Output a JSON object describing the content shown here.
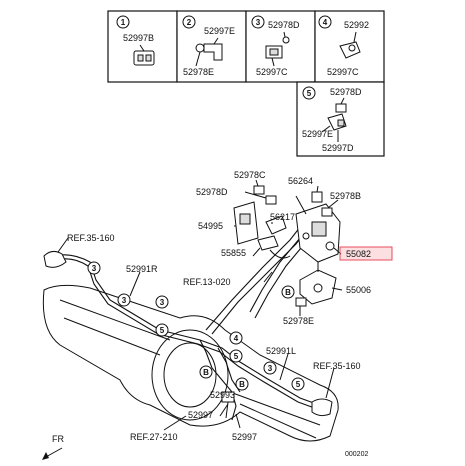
{
  "inset_boxes": [
    {
      "num": "1",
      "parts": [
        "52997B"
      ]
    },
    {
      "num": "2",
      "parts": [
        "52997E",
        "52978E"
      ]
    },
    {
      "num": "3",
      "parts": [
        "52978D",
        "52997C"
      ]
    },
    {
      "num": "4",
      "parts": [
        "52992",
        "52997C"
      ]
    },
    {
      "num": "5",
      "parts": [
        "52978D",
        "52997E",
        "52997D"
      ]
    }
  ],
  "main_labels": {
    "p52978C": "52978C",
    "p52978D": "52978D",
    "p56264": "56264",
    "p52978B": "52978B",
    "p54995": "54995",
    "p56217": "56217",
    "p55855": "55855",
    "p55082": "55082",
    "ref13": "REF.13-020",
    "p55006": "55006",
    "p52978E": "52978E",
    "ref35a": "REF.35-160",
    "p52991R": "52991R",
    "p52991L": "52991L",
    "ref35b": "REF.35-160",
    "p52993": "52993",
    "p52997a": "52997",
    "p52997b": "52997",
    "ref27": "REF.27-210",
    "fr": "FR",
    "code": "000202"
  },
  "callouts": [
    "3",
    "3",
    "3",
    "3",
    "4",
    "5",
    "5",
    "5",
    "B",
    "B",
    "B"
  ],
  "highlight_color": "#e74c5a"
}
